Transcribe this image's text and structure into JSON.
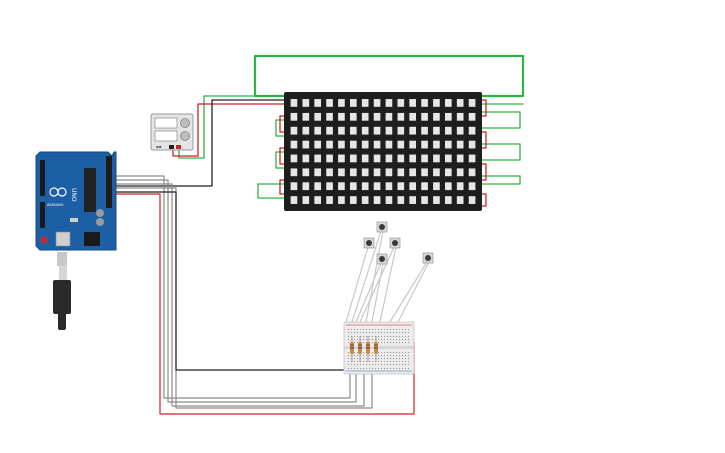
{
  "arduino": {
    "board_label": "UNO",
    "brand_label": "ARDUINO"
  },
  "power_supply": {
    "terminal_count": 2
  },
  "led_matrix": {
    "rows": 8,
    "columns": 16
  },
  "buttons": {
    "count": 5
  },
  "resistors": {
    "count": 4
  },
  "colors": {
    "background": "#ffffff",
    "wire_green": "#2fb344",
    "wire_red": "#d21f26",
    "wire_black": "#222222",
    "wire_gray": "#8c8c8c",
    "wire_light": "#c8c8c8",
    "board_blue": "#1d5fa5",
    "matrix_dark": "#1e1e1e",
    "led_white": "#e6e6e6",
    "breadboard": "#ececec",
    "resistor_body": "#c98b4a"
  }
}
